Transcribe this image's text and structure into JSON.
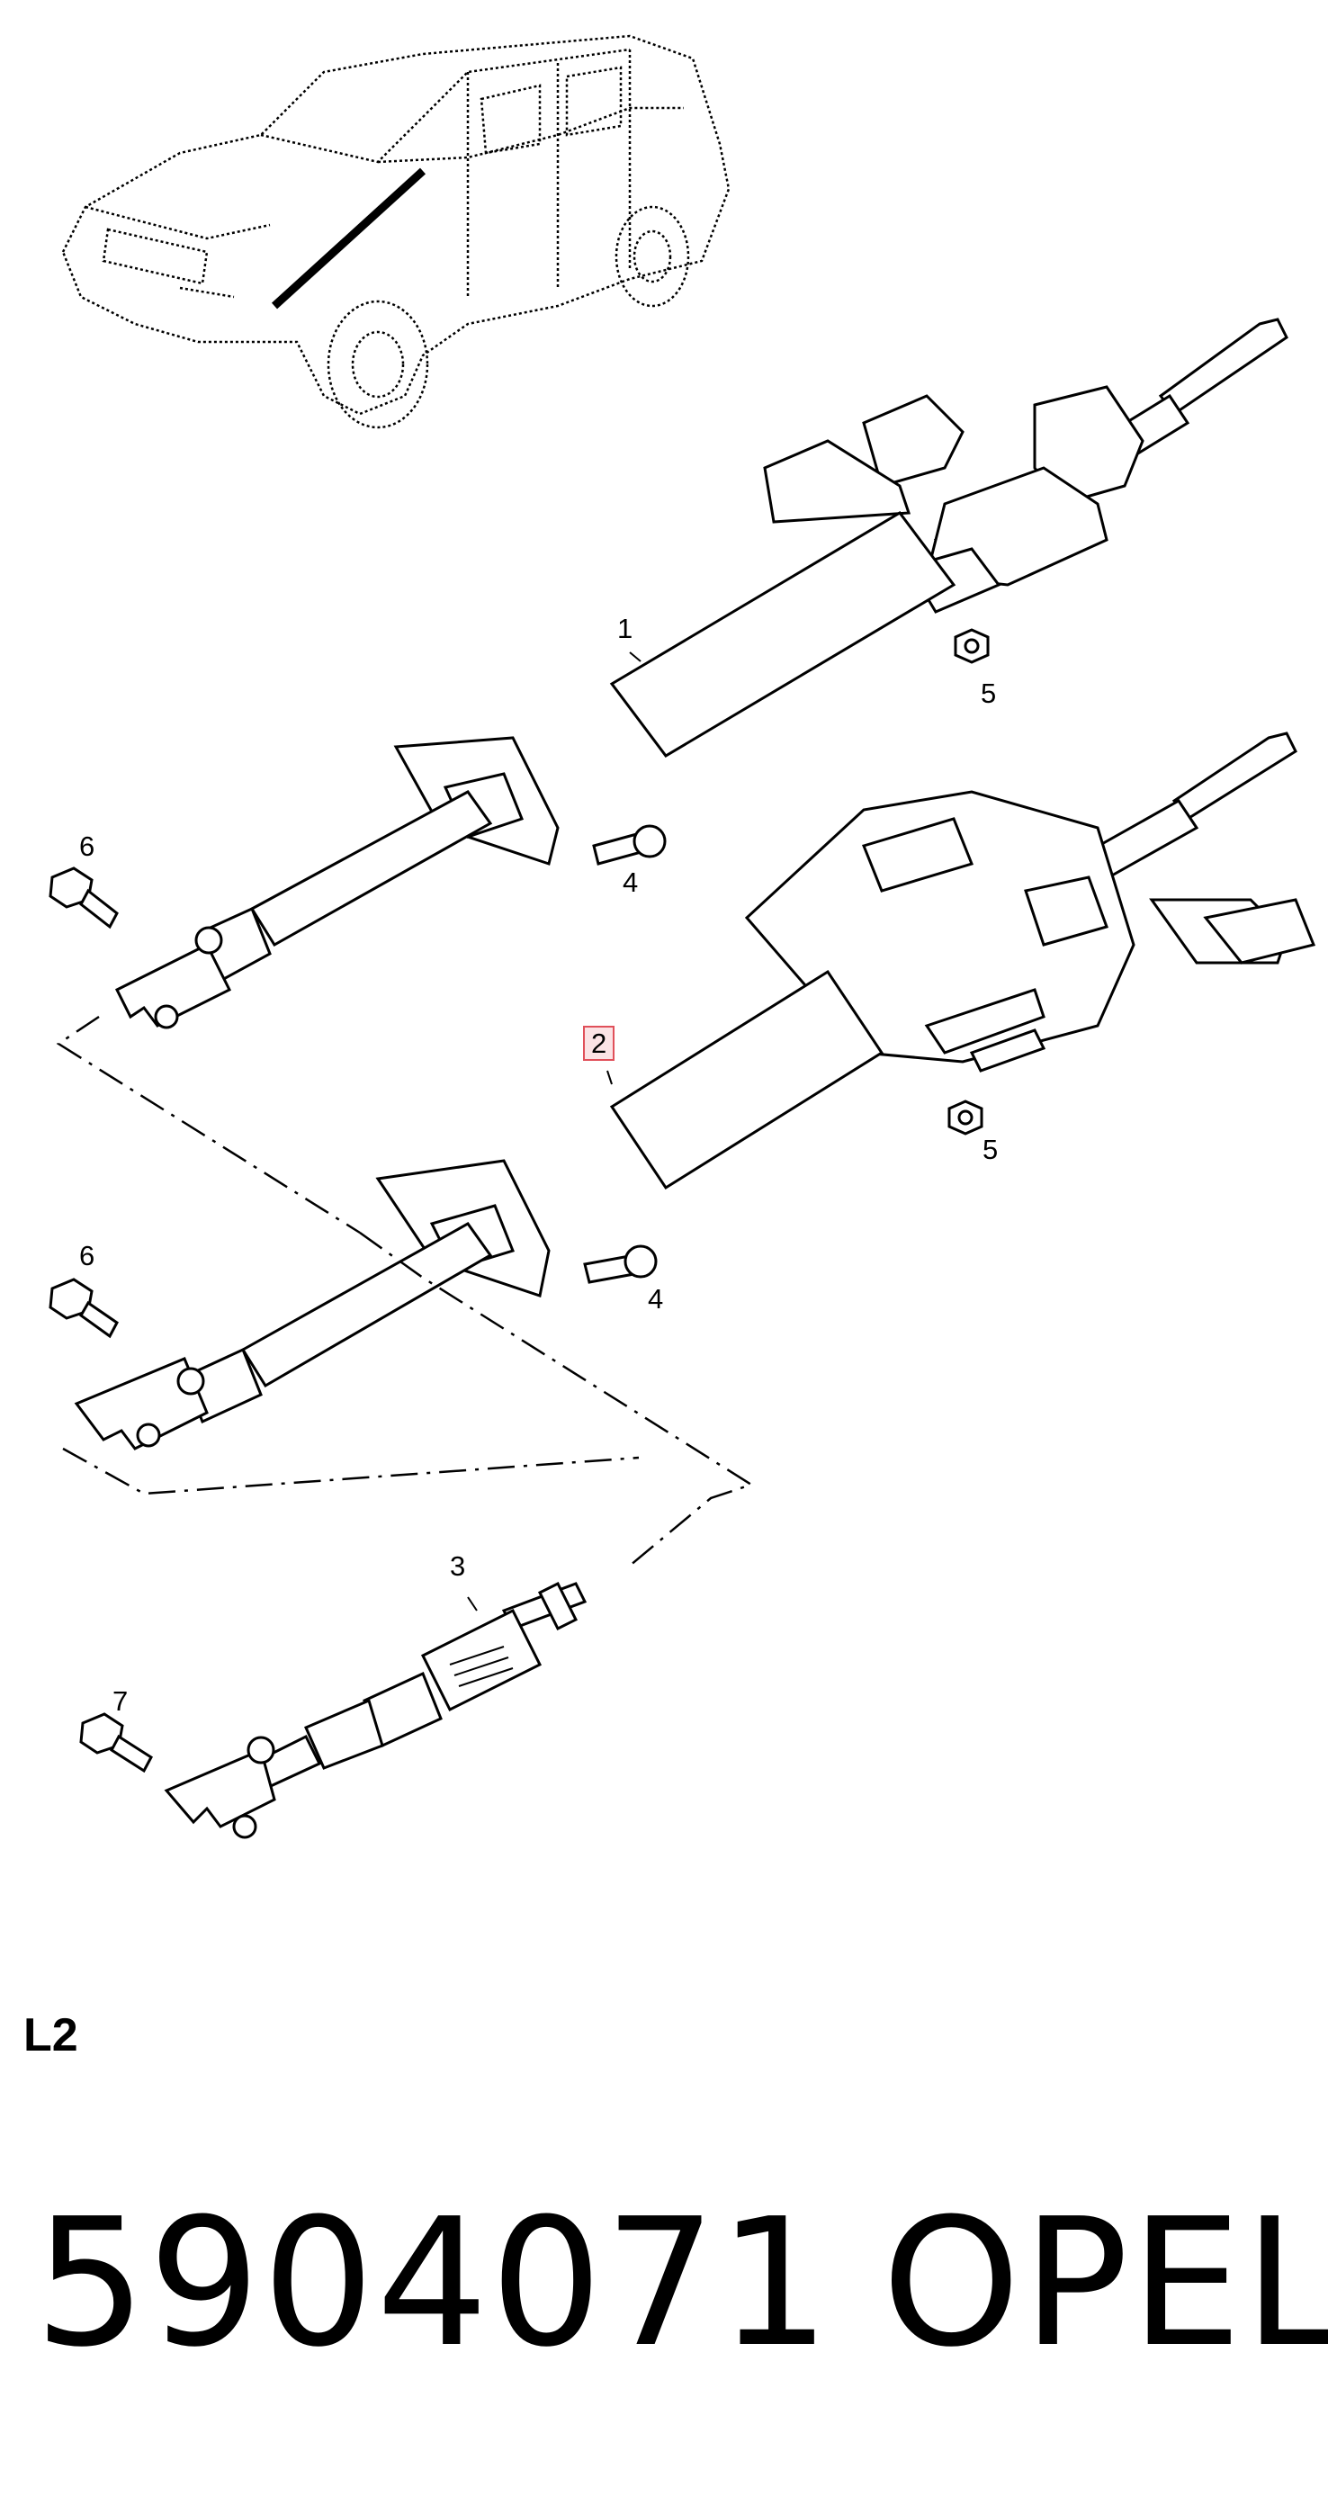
{
  "callouts": [
    {
      "id": "1",
      "text": "1",
      "highlighted": false
    },
    {
      "id": "2",
      "text": "2",
      "highlighted": true
    },
    {
      "id": "3",
      "text": "3",
      "highlighted": false
    },
    {
      "id": "4a",
      "text": "4",
      "highlighted": false
    },
    {
      "id": "4b",
      "text": "4",
      "highlighted": false
    },
    {
      "id": "5a",
      "text": "5",
      "highlighted": false
    },
    {
      "id": "5b",
      "text": "5",
      "highlighted": false
    },
    {
      "id": "6a",
      "text": "6",
      "highlighted": false
    },
    {
      "id": "6b",
      "text": "6",
      "highlighted": false
    },
    {
      "id": "7",
      "text": "7",
      "highlighted": false
    }
  ],
  "section_label": "L2",
  "part_number": "5904071",
  "brand": "OPEL",
  "colors": {
    "line": "#000000",
    "highlight_border": "#e0505a",
    "highlight_fill": "#fbe3e5"
  }
}
